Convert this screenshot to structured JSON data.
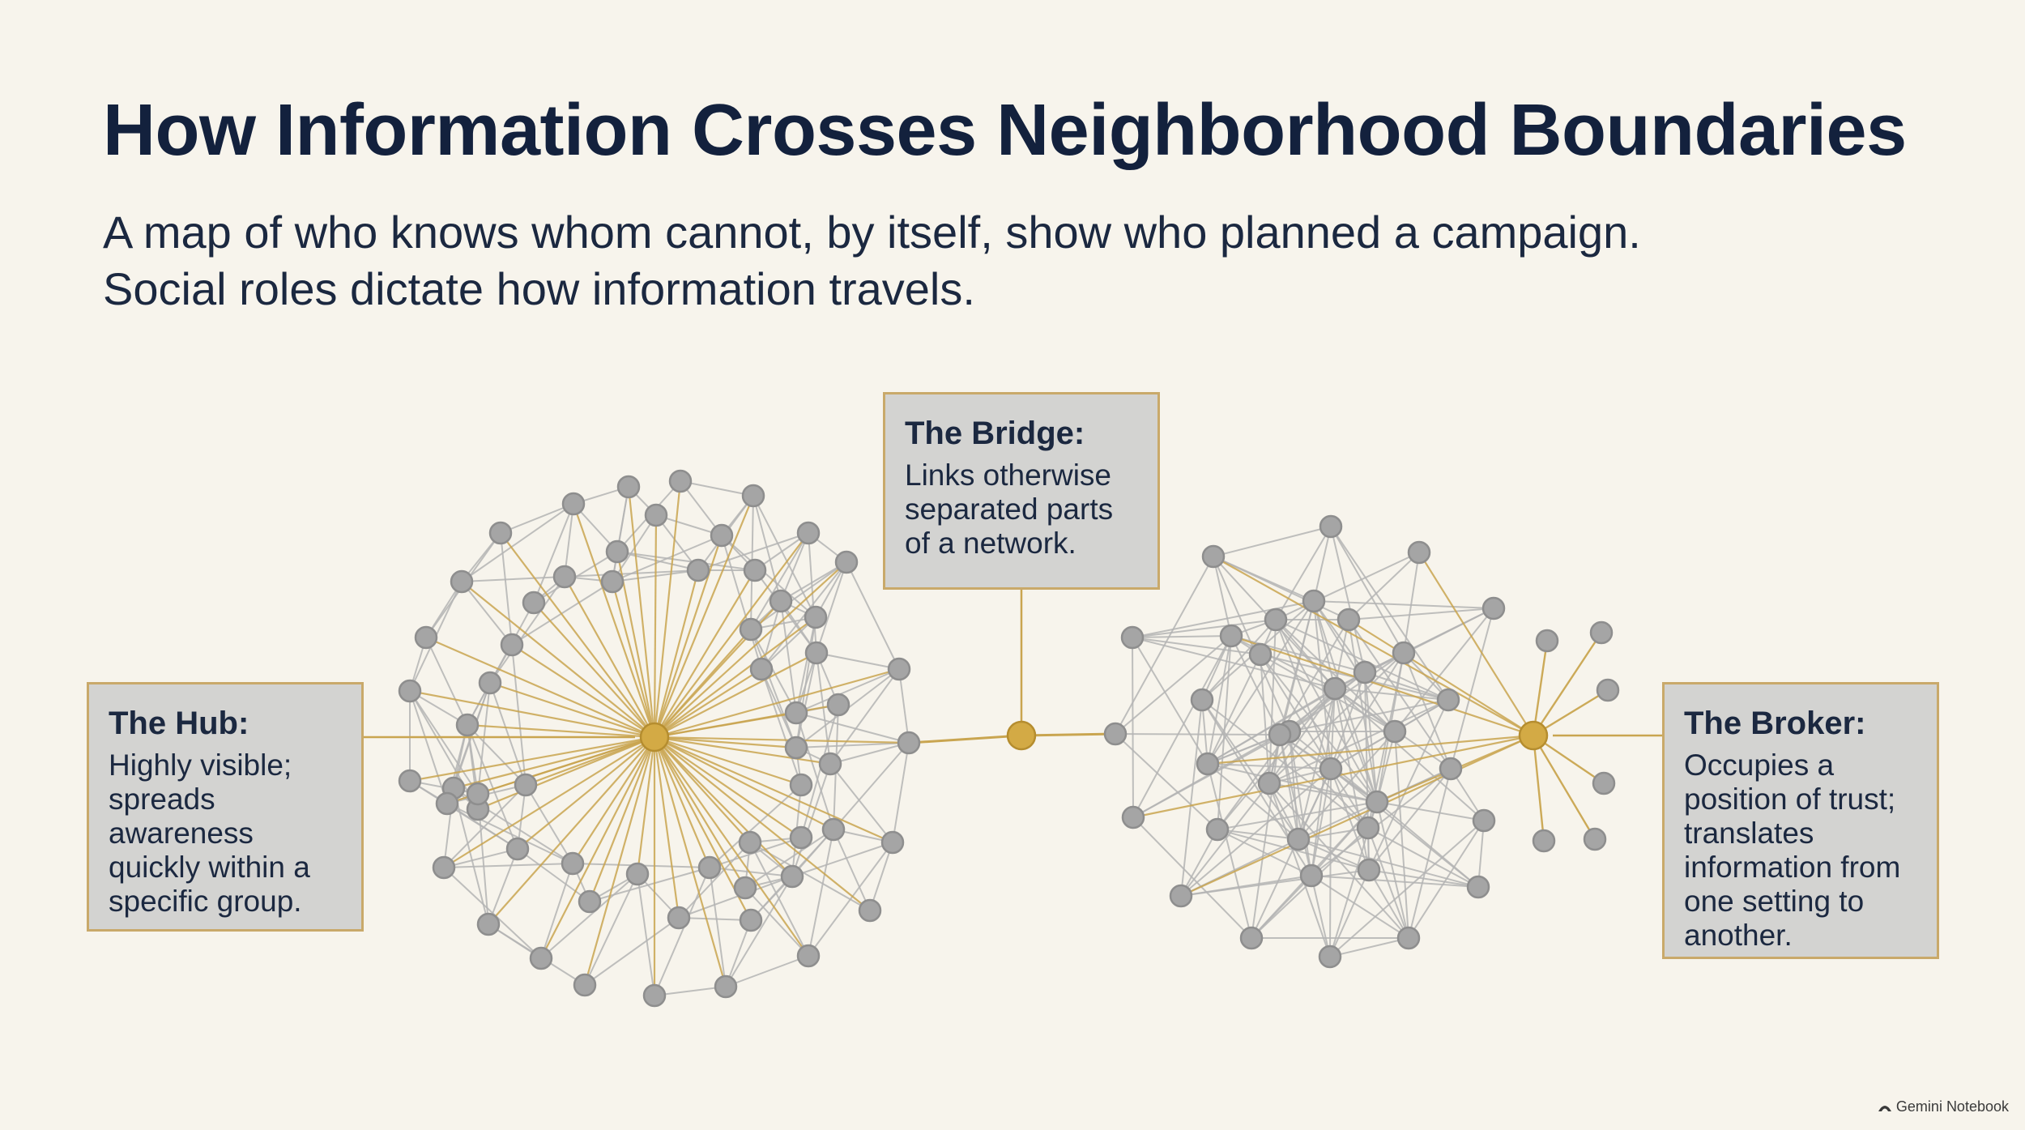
{
  "title": "How Information Crosses Neighborhood Boundaries",
  "subtitle_lines": [
    "A map of who knows whom cannot, by itself, show who planned a campaign.",
    "Social roles dictate how information travels."
  ],
  "callouts": {
    "hub": {
      "title": "The Hub:",
      "lines": [
        "Highly visible;",
        "spreads",
        "awareness",
        "quickly within a",
        "specific group."
      ]
    },
    "bridge": {
      "title": "The Bridge:",
      "lines": [
        "Links otherwise",
        "separated parts",
        "of a network."
      ]
    },
    "broker": {
      "title": "The Broker:",
      "lines": [
        "Occupies a",
        "position of trust;",
        "translates",
        "information from",
        "one setting to",
        "another."
      ]
    }
  },
  "watermark": "Gemini Notebook",
  "colors": {
    "background": "#f7f4ec",
    "title": "#13213d",
    "node": "#a5a5a5",
    "node_stroke": "#8e8e8e",
    "edge": "#b4b4b4",
    "key_node": "#d3aa45",
    "key_edge": "#c9a550",
    "callout_fill": "#d3d3d1",
    "callout_border": "#c9a96a"
  }
}
